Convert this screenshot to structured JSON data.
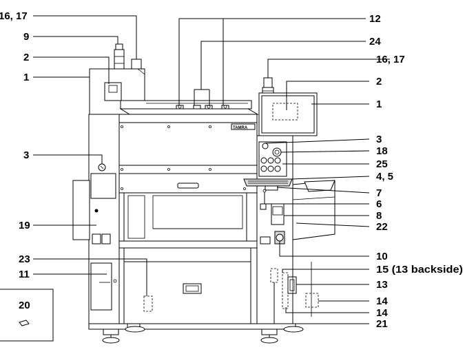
{
  "callouts": {
    "c16_17_left": "16, 17",
    "c9": "9",
    "c2_left": "2",
    "c1_left": "1",
    "c3_left": "3",
    "c19": "19",
    "c23": "23",
    "c11": "11",
    "c20": "20",
    "c12": "12",
    "c24": "24",
    "c16_17_right": "16, 17",
    "c2_right": "2",
    "c1_right": "1",
    "c3_right": "3",
    "c18": "18",
    "c25": "25",
    "c4_5": "4, 5",
    "c7": "7",
    "c6": "6",
    "c8": "8",
    "c22": "22",
    "c10": "10",
    "c15_13": "15 (13 backside)",
    "c13": "13",
    "c14_a": "14",
    "c14_b": "14",
    "c21": "21"
  },
  "brand_plate": "TAMRA"
}
